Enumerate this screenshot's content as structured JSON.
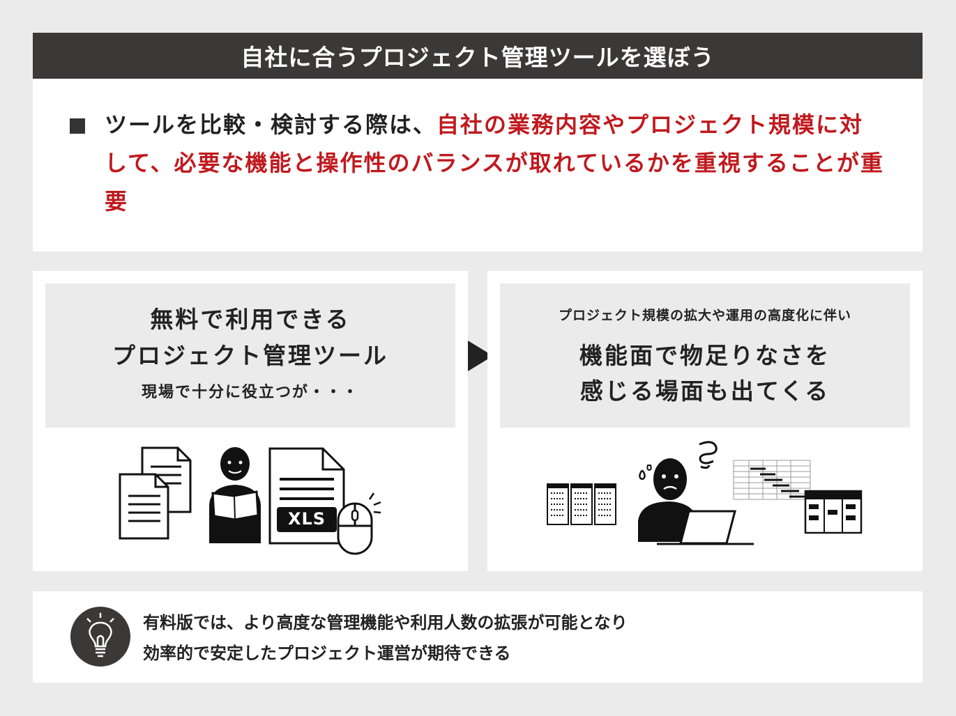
{
  "title": "自社に合うプロジェクト管理ツールを選ぼう",
  "summary": {
    "text_black": "ツールを比較・検討する際は、",
    "text_red": "自社の業務内容やプロジェクト規模に対して、必要な機能と操作性のバランスが取れているかを重視することが重要"
  },
  "left": {
    "line1": "無料で利用できる",
    "line2": "プロジェクト管理ツール",
    "line3": "現場で十分に役立つが・・・",
    "xls_label": "XLS"
  },
  "right": {
    "line1": "プロジェクト規模の拡大や運用の高度化に伴い",
    "line2": "機能面で物足りなさを",
    "line3": "感じる場面も出てくる"
  },
  "bottom": {
    "line1": "有料版では、より高度な管理機能や利用人数の拡張が可能となり",
    "line2": "効率的で安定したプロジェクト運営が期待できる"
  },
  "colors": {
    "accent_red": "#c0191e",
    "dark": "#3b3838",
    "bg": "#ebebeb"
  },
  "icons": [
    "document-icon",
    "person-reading-icon",
    "xls-file-icon",
    "mouse-icon",
    "arrow-right-icon",
    "server-rack-icon",
    "confused-person-icon",
    "laptop-icon",
    "gantt-chart-icon",
    "board-icon",
    "lightbulb-icon"
  ]
}
